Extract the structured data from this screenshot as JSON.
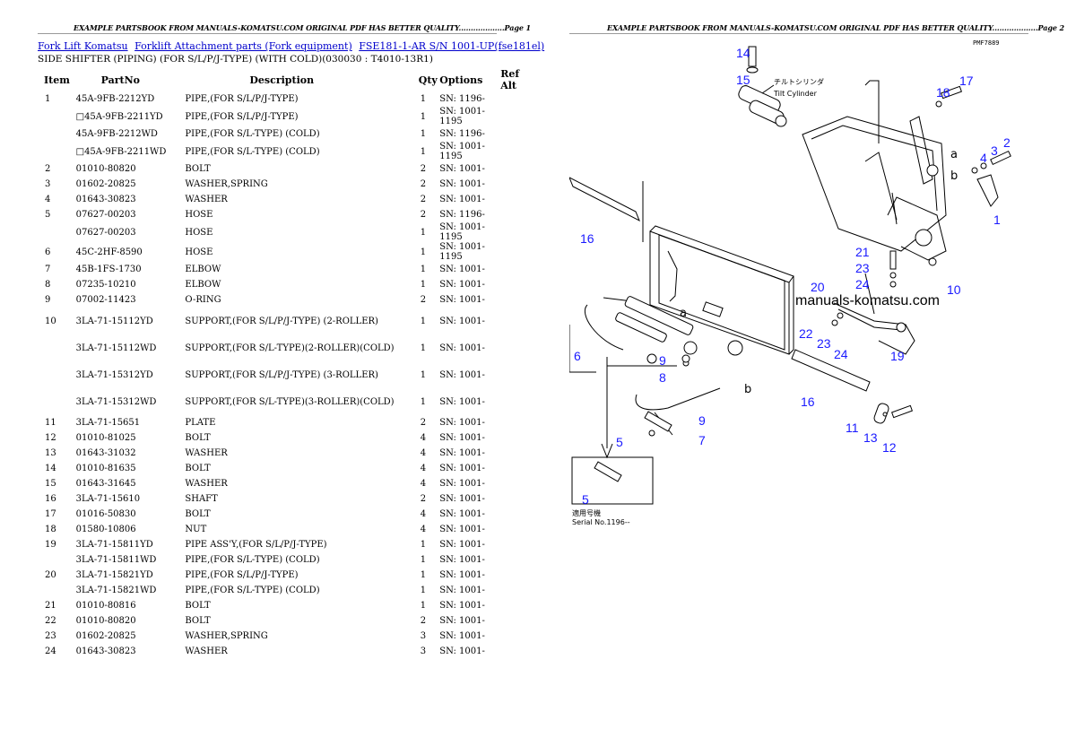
{
  "pages": [
    {
      "header": "EXAMPLE PARTSBOOK FROM MANUALS-KOMATSU.COM ORIGINAL PDF HAS BETTER QUALITY...................Page 1"
    },
    {
      "header": "EXAMPLE PARTSBOOK FROM MANUALS-KOMATSU.COM ORIGINAL PDF HAS BETTER QUALITY...................Page 2"
    }
  ],
  "breadcrumbs": [
    "Fork Lift Komatsu",
    "Forklift Attachment parts (Fork equipment)",
    "FSE181-1-AR S/N 1001-UP(fse181el)"
  ],
  "subtitle": "SIDE SHIFTER (PIPING) (FOR S/L/P/J-TYPE) (WITH COLD)(030030 : T4010-13R1)",
  "columns": [
    "Item",
    "PartNo",
    "Description",
    "Qty",
    "Options",
    "Ref Alt"
  ],
  "rows": [
    {
      "item": "1",
      "partno": "45A-9FB-2212YD",
      "desc": "PIPE,(FOR S/L/P/J-TYPE)",
      "qty": "1",
      "opt": "SN: 1196-"
    },
    {
      "item": "",
      "partno": "□45A-9FB-2211YD",
      "desc": "PIPE,(FOR S/L/P/J-TYPE)",
      "qty": "1",
      "opt": "SN: 1001-1195"
    },
    {
      "item": "",
      "partno": "45A-9FB-2212WD",
      "desc": "PIPE,(FOR S/L-TYPE) (COLD)",
      "qty": "1",
      "opt": "SN: 1196-"
    },
    {
      "item": "",
      "partno": "□45A-9FB-2211WD",
      "desc": "PIPE,(FOR S/L-TYPE) (COLD)",
      "qty": "1",
      "opt": "SN: 1001-1195"
    },
    {
      "item": "2",
      "partno": "01010-80820",
      "desc": "BOLT",
      "qty": "2",
      "opt": "SN: 1001-"
    },
    {
      "item": "3",
      "partno": "01602-20825",
      "desc": "WASHER,SPRING",
      "qty": "2",
      "opt": "SN: 1001-"
    },
    {
      "item": "4",
      "partno": "01643-30823",
      "desc": "WASHER",
      "qty": "2",
      "opt": "SN: 1001-"
    },
    {
      "item": "5",
      "partno": "07627-00203",
      "desc": "HOSE",
      "qty": "2",
      "opt": "SN: 1196-"
    },
    {
      "item": "",
      "partno": "07627-00203",
      "desc": "HOSE",
      "qty": "1",
      "opt": "SN: 1001-1195"
    },
    {
      "item": "6",
      "partno": "45C-2HF-8590",
      "desc": "HOSE",
      "qty": "1",
      "opt": "SN: 1001-1195"
    },
    {
      "item": "7",
      "partno": "45B-1FS-1730",
      "desc": "ELBOW",
      "qty": "1",
      "opt": "SN: 1001-"
    },
    {
      "item": "8",
      "partno": "07235-10210",
      "desc": "ELBOW",
      "qty": "1",
      "opt": "SN: 1001-"
    },
    {
      "item": "9",
      "partno": "07002-11423",
      "desc": "O-RING",
      "qty": "2",
      "opt": "SN: 1001-"
    },
    {
      "item": "10",
      "partno": "3LA-71-15112YD",
      "desc": "SUPPORT,(FOR S/L/P/J-TYPE) (2-ROLLER)",
      "qty": "1",
      "opt": "SN: 1001-",
      "tall": true
    },
    {
      "item": "",
      "partno": "3LA-71-15112WD",
      "desc": "SUPPORT,(FOR S/L-TYPE)(2-ROLLER)(COLD)",
      "qty": "1",
      "opt": "SN: 1001-",
      "tall": true
    },
    {
      "item": "",
      "partno": "3LA-71-15312YD",
      "desc": "SUPPORT,(FOR S/L/P/J-TYPE) (3-ROLLER)",
      "qty": "1",
      "opt": "SN: 1001-",
      "tall": true
    },
    {
      "item": "",
      "partno": "3LA-71-15312WD",
      "desc": "SUPPORT,(FOR S/L-TYPE)(3-ROLLER)(COLD)",
      "qty": "1",
      "opt": "SN: 1001-",
      "tall": true
    },
    {
      "item": "11",
      "partno": "3LA-71-15651",
      "desc": "PLATE",
      "qty": "2",
      "opt": "SN: 1001-"
    },
    {
      "item": "12",
      "partno": "01010-81025",
      "desc": "BOLT",
      "qty": "4",
      "opt": "SN: 1001-"
    },
    {
      "item": "13",
      "partno": "01643-31032",
      "desc": "WASHER",
      "qty": "4",
      "opt": "SN: 1001-"
    },
    {
      "item": "14",
      "partno": "01010-81635",
      "desc": "BOLT",
      "qty": "4",
      "opt": "SN: 1001-"
    },
    {
      "item": "15",
      "partno": "01643-31645",
      "desc": "WASHER",
      "qty": "4",
      "opt": "SN: 1001-"
    },
    {
      "item": "16",
      "partno": "3LA-71-15610",
      "desc": "SHAFT",
      "qty": "2",
      "opt": "SN: 1001-"
    },
    {
      "item": "17",
      "partno": "01016-50830",
      "desc": "BOLT",
      "qty": "4",
      "opt": "SN: 1001-"
    },
    {
      "item": "18",
      "partno": "01580-10806",
      "desc": "NUT",
      "qty": "4",
      "opt": "SN: 1001-"
    },
    {
      "item": "19",
      "partno": "3LA-71-15811YD",
      "desc": "PIPE ASS'Y,(FOR S/L/P/J-TYPE)",
      "qty": "1",
      "opt": "SN: 1001-"
    },
    {
      "item": "",
      "partno": "3LA-71-15811WD",
      "desc": "PIPE,(FOR S/L-TYPE) (COLD)",
      "qty": "1",
      "opt": "SN: 1001-"
    },
    {
      "item": "20",
      "partno": "3LA-71-15821YD",
      "desc": "PIPE,(FOR S/L/P/J-TYPE)",
      "qty": "1",
      "opt": "SN: 1001-"
    },
    {
      "item": "",
      "partno": "3LA-71-15821WD",
      "desc": "PIPE,(FOR S/L-TYPE) (COLD)",
      "qty": "1",
      "opt": "SN: 1001-"
    },
    {
      "item": "21",
      "partno": "01010-80816",
      "desc": "BOLT",
      "qty": "1",
      "opt": "SN: 1001-"
    },
    {
      "item": "22",
      "partno": "01010-80820",
      "desc": "BOLT",
      "qty": "2",
      "opt": "SN: 1001-"
    },
    {
      "item": "23",
      "partno": "01602-20825",
      "desc": "WASHER,SPRING",
      "qty": "3",
      "opt": "SN: 1001-"
    },
    {
      "item": "24",
      "partno": "01643-30823",
      "desc": "WASHER",
      "qty": "3",
      "opt": "SN: 1001-"
    }
  ],
  "diagram": {
    "sheet_code": "PMF7889",
    "japanese_label": "チルトシリンダ",
    "cylinder_label": "Tilt Cylinder",
    "watermark": "manuals-komatsu.com",
    "serial_japanese": "適用号機",
    "serial_label": "Serial No.1196--",
    "callout_color": "#1a1aff",
    "callouts": [
      "14",
      "15",
      "18",
      "17",
      "2",
      "3",
      "4",
      "a",
      "b",
      "1",
      "16",
      "21",
      "23",
      "20",
      "24",
      "10",
      "6",
      "9",
      "8",
      "22",
      "23",
      "24",
      "19",
      "16",
      "9",
      "5",
      "7",
      "11",
      "13",
      "12",
      "5",
      "a",
      "b"
    ]
  }
}
